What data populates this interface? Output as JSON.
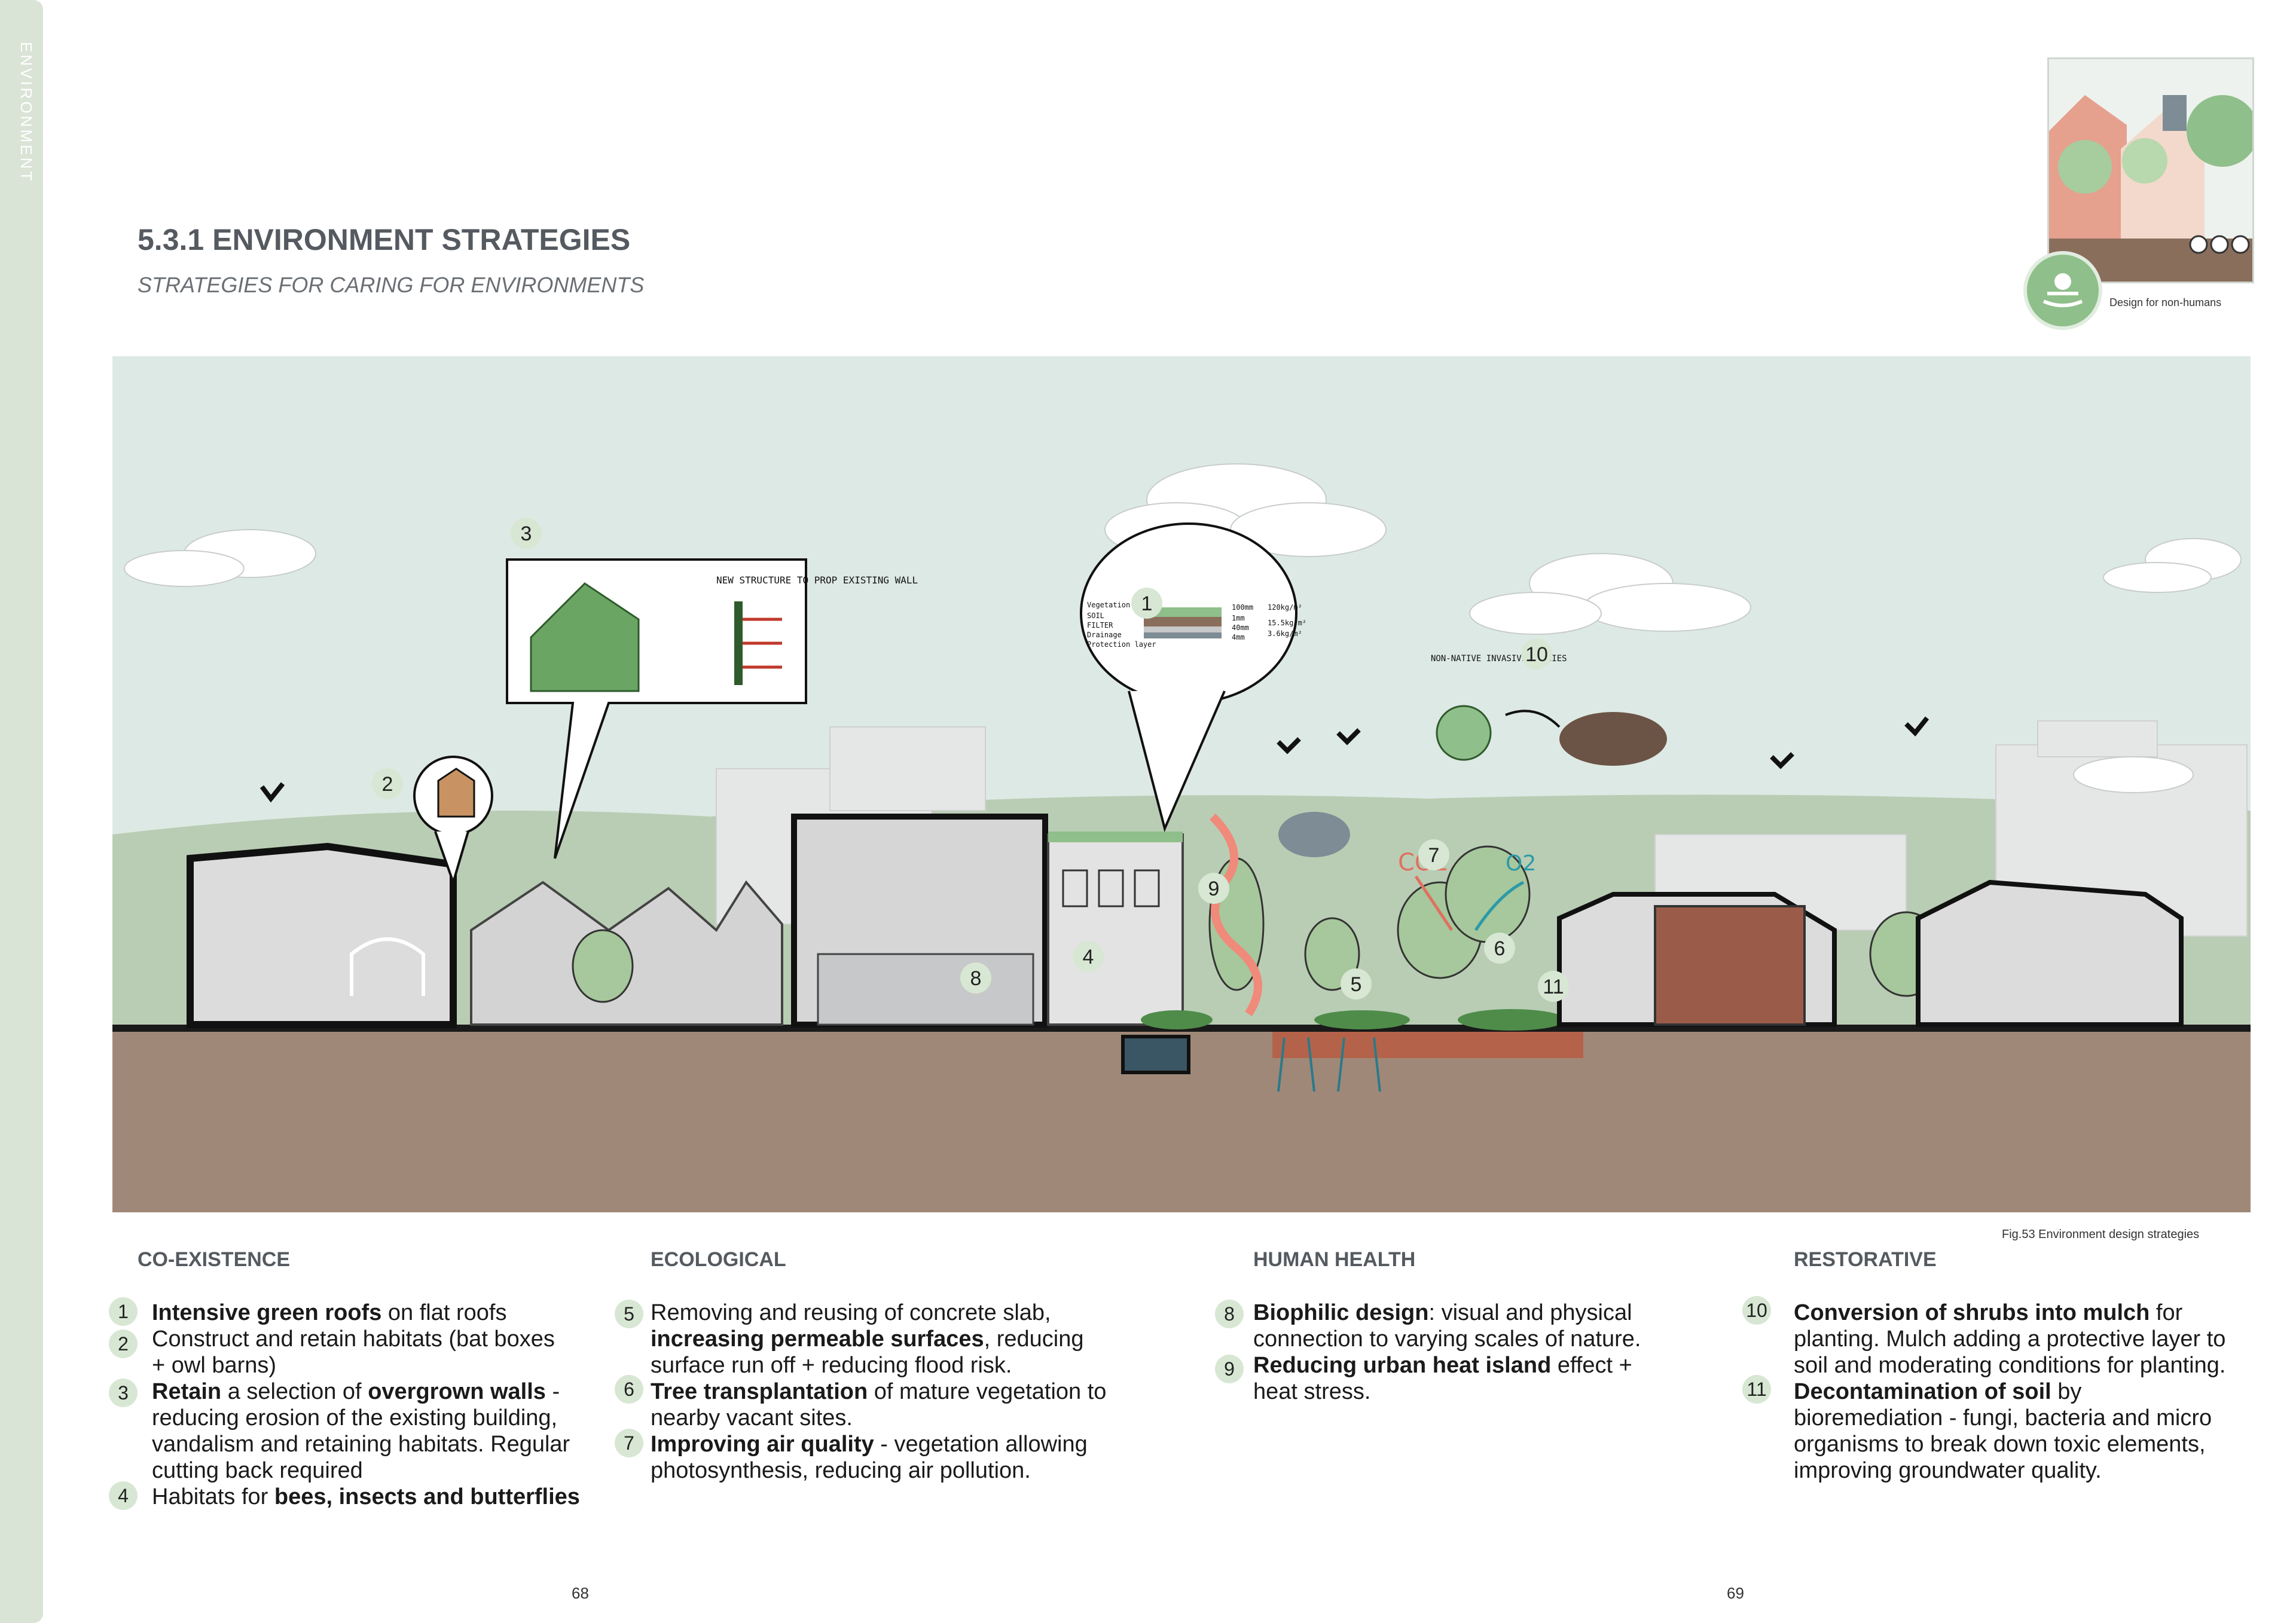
{
  "side_tab": {
    "label": "ENVIRONMENT"
  },
  "header": {
    "title": "5.3.1 ENVIRONMENT STRATEGIES",
    "subtitle": "STRATEGIES FOR CARING FOR ENVIRONMENTS"
  },
  "thumbnail": {
    "caption": "Design for non-humans"
  },
  "figure": {
    "caption": "Fig.53 Environment design strategies",
    "callout_numbers": [
      "1",
      "2",
      "3",
      "4",
      "5",
      "6",
      "7",
      "8",
      "9",
      "10",
      "11"
    ],
    "sketch_labels": {
      "co2": "CO2",
      "o2": "O2",
      "wall_note": "NEW STRUCTURE TO PROP EXISTING WALL",
      "species_note": "NON-NATIVE INVASIVE SPECIES",
      "layers": [
        "Vegetation",
        "SOIL",
        "FILTER",
        "Drainage",
        "Protection layer"
      ],
      "thickness": [
        "100mm",
        "1mm",
        "40mm",
        "4mm"
      ],
      "weights": [
        "120kg/m²",
        "15.5kg/m²",
        "3.6kg/m²"
      ]
    }
  },
  "columns": [
    {
      "title": "CO-EXISTENCE",
      "items": [
        {
          "num": "1",
          "bold": "Intensive green roofs",
          "rest": " on flat roofs"
        },
        {
          "num": "2",
          "bold": "",
          "rest": "Construct and retain habitats (bat boxes + owl barns)"
        },
        {
          "num": "3",
          "bold": "Retain",
          "mid": " a selection of ",
          "bold2": "overgrown walls",
          "rest": " - reducing erosion of the existing building, vandalism and retaining habitats. Regular cutting back required"
        },
        {
          "num": "4",
          "pre": "Habitats for ",
          "bold": "bees, insects and butterflies",
          "rest": ""
        }
      ]
    },
    {
      "title": "ECOLOGICAL",
      "items": [
        {
          "num": "5",
          "pre": "Removing and reusing of concrete slab, ",
          "bold": "increasing permeable surfaces",
          "rest": ", reducing surface run off + reducing flood risk."
        },
        {
          "num": "6",
          "bold": "Tree transplantation",
          "rest": " of mature vegetation to nearby vacant sites."
        },
        {
          "num": "7",
          "bold": "Improving air quality",
          "rest": " - vegetation allowing photosynthesis, reducing air pollution."
        }
      ]
    },
    {
      "title": "HUMAN HEALTH",
      "items": [
        {
          "num": "8",
          "bold": "Biophilic design",
          "rest": ": visual and physical connection to varying scales of nature."
        },
        {
          "num": "9",
          "bold": "Reducing urban heat island",
          "rest": " effect + heat stress."
        }
      ]
    },
    {
      "title": "RESTORATIVE",
      "items": [
        {
          "num": "10",
          "bold": "Conversion of shrubs into mulch",
          "rest": " for planting. Mulch adding a protective layer to soil and moderating conditions for planting."
        },
        {
          "num": "11",
          "bold": "Decontamination of soil",
          "rest": " by bioremediation - fungi, bacteria and micro organisms to break down toxic elements, improving groundwater quality."
        }
      ]
    }
  ],
  "pages": {
    "left": "68",
    "right": "69"
  }
}
